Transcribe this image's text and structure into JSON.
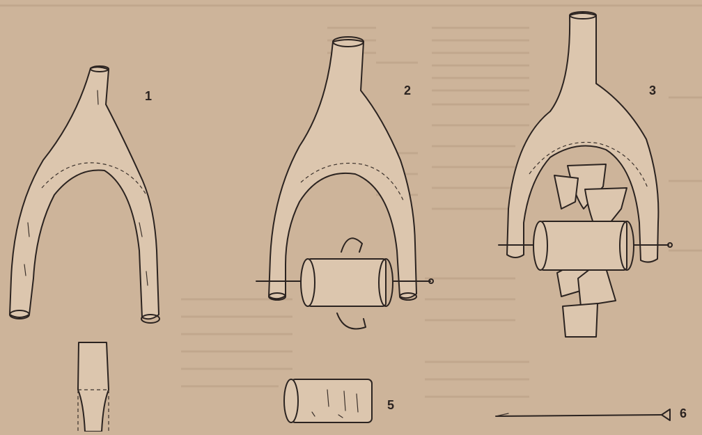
{
  "figure_labels": {
    "fig1": "1",
    "fig2": "2",
    "fig3": "3",
    "fig5": "5",
    "fig6": "6"
  },
  "colors": {
    "paper": "#cdb49a",
    "ink": "#2b2320"
  }
}
